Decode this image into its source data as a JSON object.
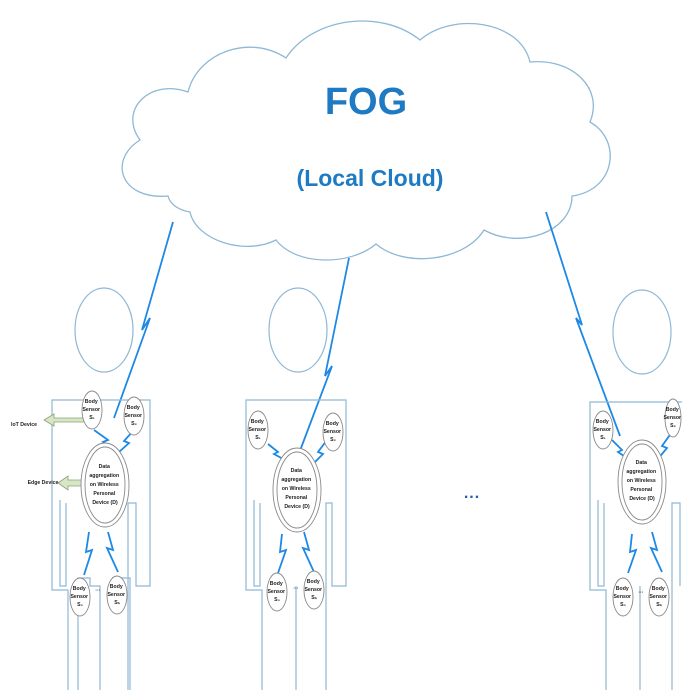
{
  "cloud": {
    "title": "FOG",
    "subtitle": "(Local Cloud)",
    "text_color": "#1f7ac4"
  },
  "persons": [
    {
      "sensor_top_left": [
        "Body",
        "Sensor",
        "S₁"
      ],
      "sensor_top_right": [
        "Body",
        "Sensor",
        "S₂"
      ],
      "device": [
        "Data",
        "aggregation",
        "on Wireless",
        "Personal",
        "Device (D)"
      ],
      "sensor_bottom_left": [
        "Body",
        "Sensor",
        "S₃"
      ],
      "sensor_bottom_right": [
        "Body",
        "Sensor",
        "Sₙ"
      ],
      "dots": "···"
    },
    {
      "sensor_top_left": [
        "Body",
        "Sensor",
        "S₁"
      ],
      "sensor_top_right": [
        "Body",
        "Sensor",
        "S₂"
      ],
      "device": [
        "Data",
        "aggregation",
        "on Wireless",
        "Personal",
        "Device (D)"
      ],
      "sensor_bottom_left": [
        "Body",
        "Sensor",
        "S₃"
      ],
      "sensor_bottom_right": [
        "Body",
        "Sensor",
        "Sₙ"
      ],
      "dots": "···"
    },
    {
      "sensor_top_left": [
        "Body",
        "Sensor",
        "S₁"
      ],
      "sensor_top_right": [
        "Body",
        "Sensor",
        "S₂"
      ],
      "device": [
        "Data",
        "aggregation",
        "on Wireless",
        "Personal",
        "Device (D)"
      ],
      "sensor_bottom_left": [
        "Body",
        "Sensor",
        "S₃"
      ],
      "sensor_bottom_right": [
        "Body",
        "Sensor",
        "Sₙ"
      ],
      "dots": "···"
    }
  ],
  "labels": {
    "iot_device": "IoT Device",
    "edge_device": "Edge Device",
    "between_persons": "..."
  },
  "colors": {
    "link": "#1e88e5",
    "outline": "#8eb8d6"
  }
}
